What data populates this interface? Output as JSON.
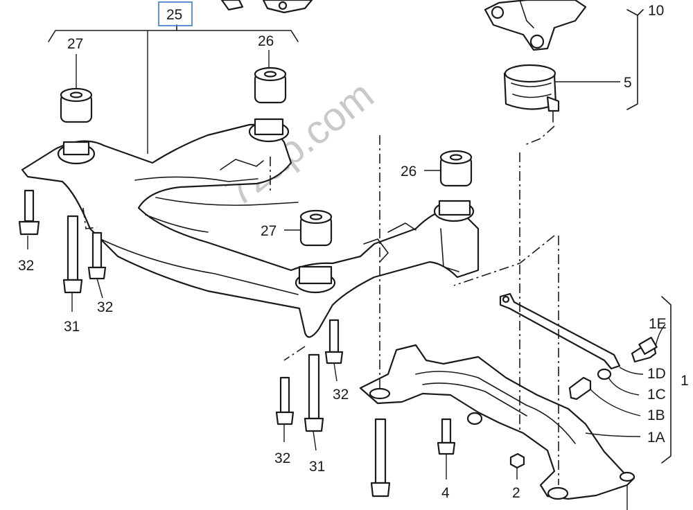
{
  "watermark": "7zap.com",
  "callouts": {
    "c25": "25",
    "c27a": "27",
    "c26a": "26",
    "c10": "10",
    "c5": "5",
    "c26b": "26",
    "c27b": "27",
    "c32a": "32",
    "c32b": "32",
    "c31a": "31",
    "c32c": "32",
    "c32d": "32",
    "c31b": "31",
    "c4": "4",
    "c2": "2",
    "c1E": "1E",
    "c1D": "1D",
    "c1C": "1C",
    "c1B": "1B",
    "c1A": "1A",
    "c1": "1"
  },
  "colors": {
    "line": "#1a1a1a",
    "highlight_box": "#3b78c4",
    "watermark": "#c9c9c9"
  }
}
